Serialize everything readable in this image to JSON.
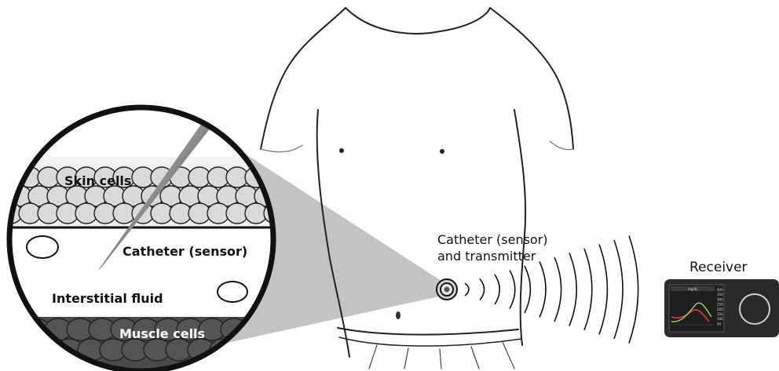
{
  "labels": {
    "skin_cells": "Skin cells",
    "catheter_inset": "Catheter (sensor)",
    "interstitial_fluid": "Interstitial fluid",
    "muscle_cells": "Muscle cells",
    "catheter_line1": "Catheter (sensor)",
    "catheter_line2": "and transmitter",
    "receiver": "Receiver"
  },
  "receiver_screen": {
    "scale": [
      "400",
      "350",
      "300",
      "250",
      "200",
      "150",
      "100",
      "50"
    ],
    "header_value": "mg/dL"
  },
  "colors": {
    "outline": "#111111",
    "cell_light": "#d9d9d9",
    "cell_dark": "#555555",
    "beam": "#b8b8b8",
    "receiver_body": "#2a2a2a",
    "screen_bg": "#1e1e1e",
    "trace_red": "#d84040",
    "trace_green": "#9ccf6a"
  }
}
